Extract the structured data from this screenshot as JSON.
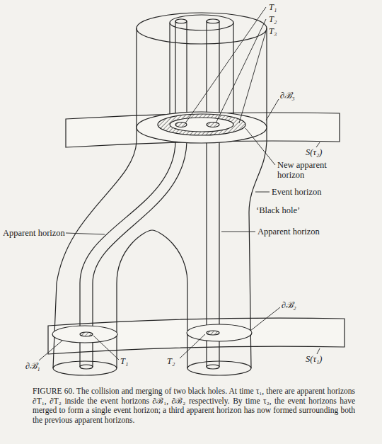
{
  "diagram": {
    "caption": "FIGURE 60. The collision and merging of two black holes. At time τ₁, there are apparent horizons ∂T₁, ∂T₂ inside the event horizons ∂ℬ₁, ∂ℬ₂ respectively. By time τ₂, the event horizons have merged to form a single event horizon; a third apparent horizon has now formed surrounding both the previous apparent horizons.",
    "labels": [
      "T₁",
      "T₂",
      "T₃",
      "∂ℬ₃",
      "S(τ₂)",
      "New apparent horizon",
      "Event horizon",
      "‘Black hole’",
      "Apparent horizon",
      "Apparent horizon",
      "∂ℬ₂",
      "∂ℬ₁",
      "T₁",
      "T₂",
      "S(τ₁)"
    ]
  }
}
